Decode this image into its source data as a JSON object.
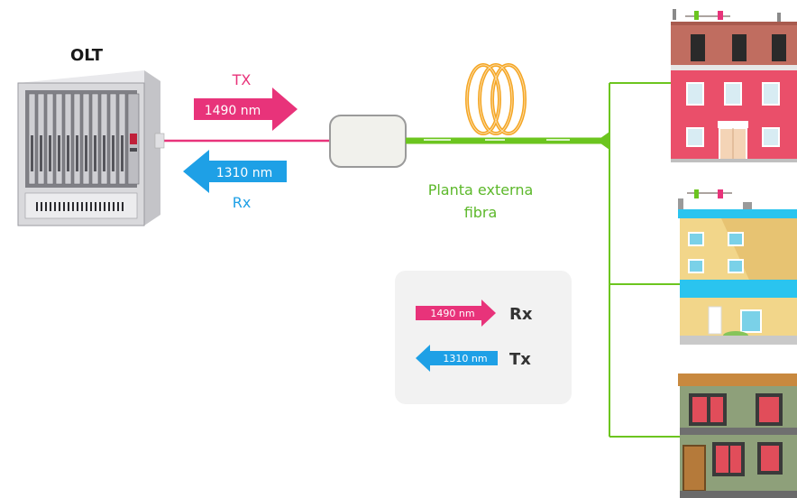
{
  "olt": {
    "title": "OLT"
  },
  "tx_arrow": {
    "label": "TX",
    "wavelength": "1490 nm"
  },
  "rx_arrow": {
    "label": "Rx",
    "wavelength": "1310 nm"
  },
  "fiber": {
    "label_line1": "Planta externa",
    "label_line2": "fibra"
  },
  "legend": {
    "rx": {
      "wavelength": "1490 nm",
      "label": "Rx"
    },
    "tx": {
      "wavelength": "1310 nm",
      "label": "Tx"
    }
  },
  "colors": {
    "magenta": "#e8337a",
    "blue": "#1ea0e6",
    "green": "#6cc51f",
    "orange": "#f5a623",
    "legend_bg": "#f2f2f2"
  }
}
